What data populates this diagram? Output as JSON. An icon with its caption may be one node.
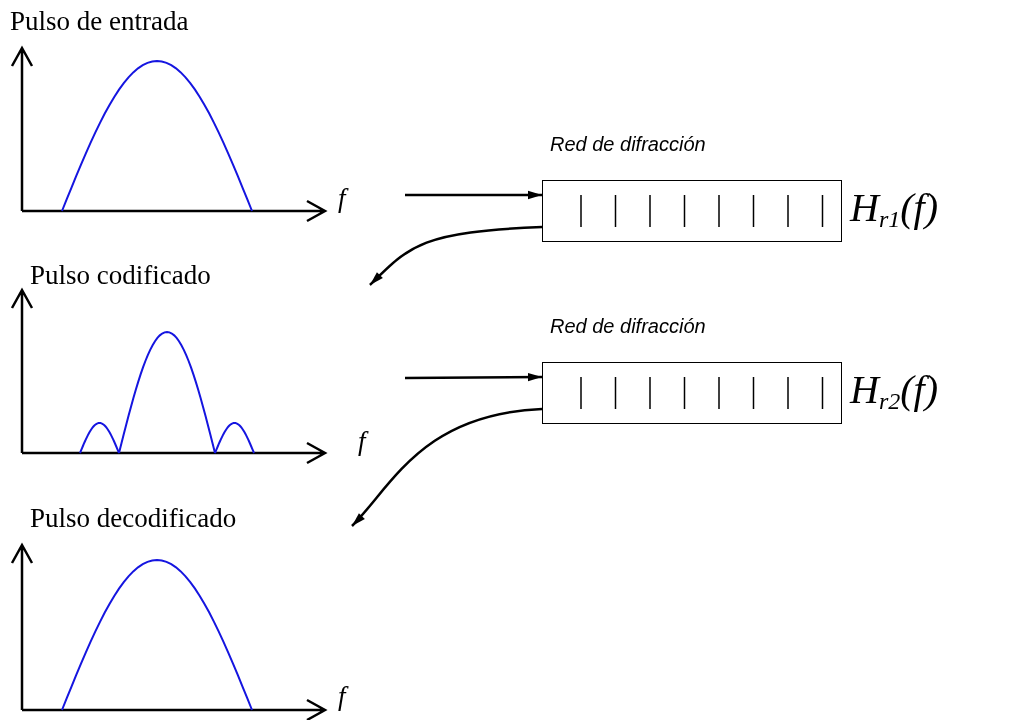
{
  "diagram": {
    "nodes": [
      {
        "text": [
          "Red de difracción"
        ],
        "beside": [
          "H$_{r1}$(f)"
        ]
      },
      {
        "text": [
          "Red de difracción"
        ],
        "beside": [
          "H$_{r2}$(f)"
        ]
      }
    ],
    "edges": [
      {
        "from": null,
        "to": 0,
        "arrow": "to"
      },
      {
        "from": 0,
        "to": null,
        "arrow": "to"
      },
      {
        "from": null,
        "to": 1,
        "arrow": "to"
      },
      {
        "from": 1,
        "to": null,
        "arrow": "to"
      }
    ],
    "labels": [
      "Pulso de entrada",
      "f",
      "Pulso codificado",
      "f",
      "Pulso decodificado",
      "f"
    ]
  }
}
